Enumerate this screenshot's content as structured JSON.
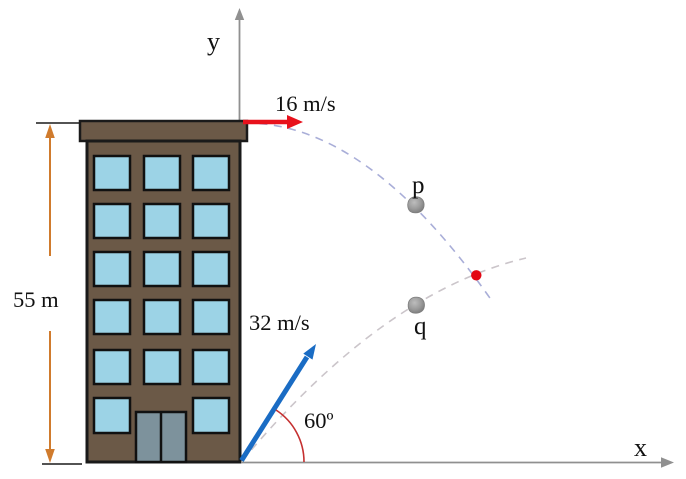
{
  "figure": {
    "description": "Projectile motion diagram: stone p thrown horizontally from a 55 m building at 16 m/s, stone q launched from the ground at 32 m/s at 60 degrees; trajectories intersect at a red point",
    "labels": {
      "y_axis": "y",
      "x_axis": "x",
      "top_speed": "16 m/s",
      "ground_speed": "32 m/s",
      "building_height": "55 m",
      "launch_angle": "60º",
      "point_p": "p",
      "point_q": "q"
    },
    "values": {
      "building_height_m": 55,
      "top_projectile_speed_mps": 16,
      "ground_projectile_speed_mps": 32,
      "launch_angle_deg": 60
    },
    "building": {
      "window_rows": 6,
      "window_columns": 3,
      "has_center_door": true
    },
    "colors": {
      "building_wall": "#6b5947",
      "building_outline": "#1a1a1a",
      "window": "#9cd3e6",
      "door": "#7d929c",
      "dimension_arrow": "#d07b2d",
      "horizontal_velocity_arrow": "#e8111c",
      "launch_velocity_arrow": "#1a6cc4",
      "angle_arc": "#c53030",
      "axis": "#909090",
      "trajectory_p": "#a9aed8",
      "trajectory_q": "#cbc5ca",
      "stone": "#9a9a9a",
      "intersection_dot": "#e30613"
    }
  }
}
